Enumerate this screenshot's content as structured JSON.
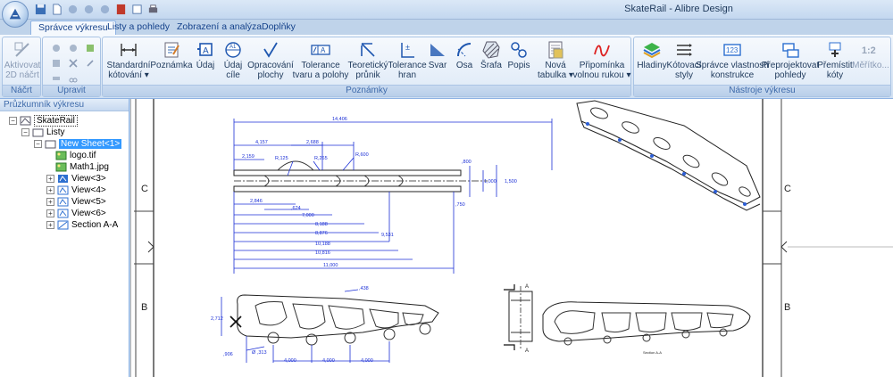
{
  "window": {
    "title": "SkateRail - Alibre Design"
  },
  "tabs": [
    "Správce výkresu",
    "Listy a pohledy",
    "Zobrazení a analýza",
    "Doplňky"
  ],
  "ribbon": {
    "group_nacrt": {
      "label": "Náčrt",
      "activate_label_1": "Aktivovat",
      "activate_label_2": "2D náčrt"
    },
    "group_upravit": {
      "label": "Upravit"
    },
    "group_poznamky": {
      "label": "Poznámky",
      "buttons": [
        {
          "l1": "Standardní",
          "l2": "kótování ▾"
        },
        {
          "l1": "Poznámka",
          "l2": ""
        },
        {
          "l1": "Údaj",
          "l2": ""
        },
        {
          "l1": "Údaj",
          "l2": "cíle"
        },
        {
          "l1": "Opracování",
          "l2": "plochy"
        },
        {
          "l1": "Tolerance",
          "l2": "tvaru a polohy"
        },
        {
          "l1": "Teoretický",
          "l2": "průnik"
        },
        {
          "l1": "Tolerance",
          "l2": "hran"
        },
        {
          "l1": "Svar",
          "l2": ""
        },
        {
          "l1": "Osa",
          "l2": ""
        },
        {
          "l1": "Šrafa",
          "l2": ""
        },
        {
          "l1": "Popis",
          "l2": ""
        },
        {
          "l1": "Nová",
          "l2": "tabulka ▾"
        },
        {
          "l1": "Připomínka",
          "l2": "volnou rukou ▾"
        }
      ]
    },
    "group_nastroje": {
      "label": "Nástroje výkresu",
      "buttons": [
        {
          "l1": "Hladiny",
          "l2": ""
        },
        {
          "l1": "Kótovací",
          "l2": "styly"
        },
        {
          "l1": "Správce vlastností",
          "l2": "konstrukce"
        },
        {
          "l1": "Přeprojektovat",
          "l2": "pohledy"
        },
        {
          "l1": "Přemístit",
          "l2": "kóty"
        },
        {
          "l1": "Měřítko...",
          "l2": ""
        }
      ]
    }
  },
  "explorer": {
    "title": "Průzkumník výkresu",
    "items": [
      {
        "label": "SkateRail",
        "expander": "−",
        "icon": "drawing-icon"
      },
      {
        "label": "Listy",
        "expander": "−",
        "icon": "sheets-icon"
      },
      {
        "label": "New Sheet<1>",
        "expander": "−",
        "icon": "sheet-icon"
      },
      {
        "label": "logo.tif",
        "expander": "",
        "icon": "image-icon"
      },
      {
        "label": "Math1.jpg",
        "expander": "",
        "icon": "image-icon"
      },
      {
        "label": "View<3>",
        "expander": "+",
        "icon": "view-icon"
      },
      {
        "label": "View<4>",
        "expander": "+",
        "icon": "view-icon"
      },
      {
        "label": "View<5>",
        "expander": "+",
        "icon": "view-icon"
      },
      {
        "label": "View<6>",
        "expander": "+",
        "icon": "view-icon"
      },
      {
        "label": "Section A-A",
        "expander": "+",
        "icon": "view-icon"
      }
    ]
  },
  "drawing": {
    "zone_left_c": "C",
    "zone_left_b": "B",
    "zone_right_c": "C",
    "zone_right_b": "B",
    "dims_top": [
      "14,406",
      "4,157",
      "2,688",
      "2,159",
      "R,125",
      "R,265",
      "R,600",
      ",800",
      "1,000",
      "1,500",
      ",750",
      "2,846",
      ",624",
      "7,000",
      "8,188",
      "8,876",
      "9,531",
      "10,188",
      "10,816",
      "11,000"
    ],
    "dims_bottom": [
      ",438",
      "2,712",
      ",906",
      "Ø ,313",
      "4,000",
      "4,000",
      "4,000"
    ],
    "section_label_a1": "A",
    "section_label_a2": "A",
    "section_caption": "Section A-A"
  }
}
